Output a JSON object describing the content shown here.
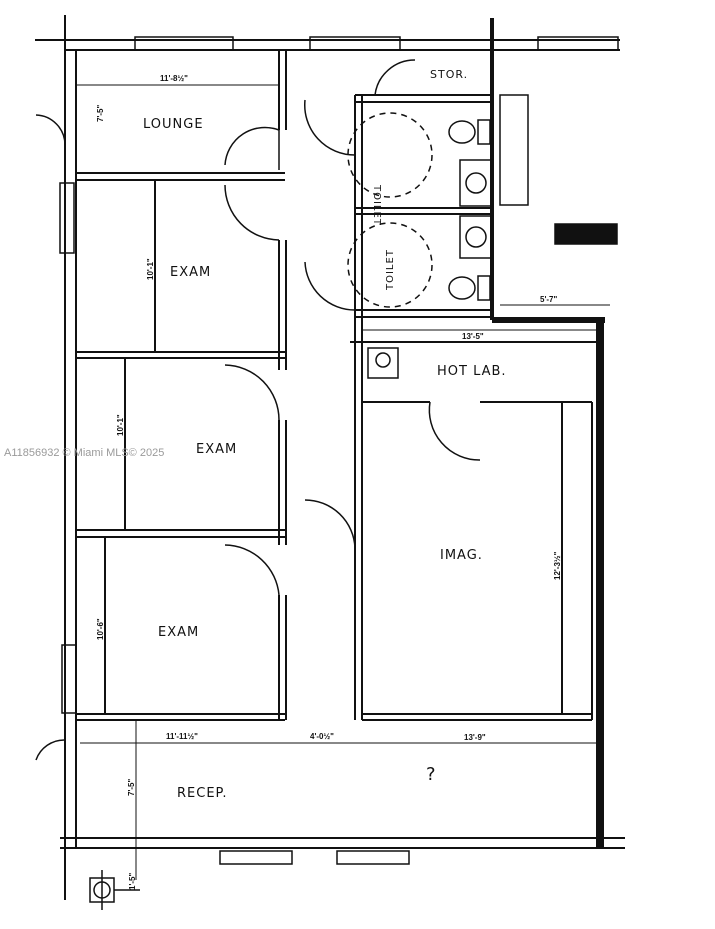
{
  "rooms": {
    "lounge": "LOUNGE",
    "exam1": "EXAM",
    "exam2": "EXAM",
    "exam3": "EXAM",
    "stor": "STOR.",
    "toilet1": "TOILET",
    "toilet2": "TOILET",
    "hot_lab": "HOT LAB.",
    "imag": "IMAG.",
    "recep": "RECEP."
  },
  "dimensions": {
    "lounge_width": "11'-8½\"",
    "lounge_depth": "7'-5\"",
    "exam1_depth": "10'-1\"",
    "exam2_depth": "10'-1\"",
    "exam3_depth": "10'-6\"",
    "recep_seg1": "11'-11½\"",
    "recep_seg2": "4'-0½\"",
    "recep_seg3": "13'-9\"",
    "recep_depth": "7'-5\"",
    "hot_lab_width": "13'-5\"",
    "corridor": "5'-7\"",
    "imag_depth": "12'-3½\"",
    "bottom_offset": "1'-5\""
  },
  "annotations": {
    "question": "?"
  },
  "watermark": "A11856932 © Miami MLS© 2025"
}
